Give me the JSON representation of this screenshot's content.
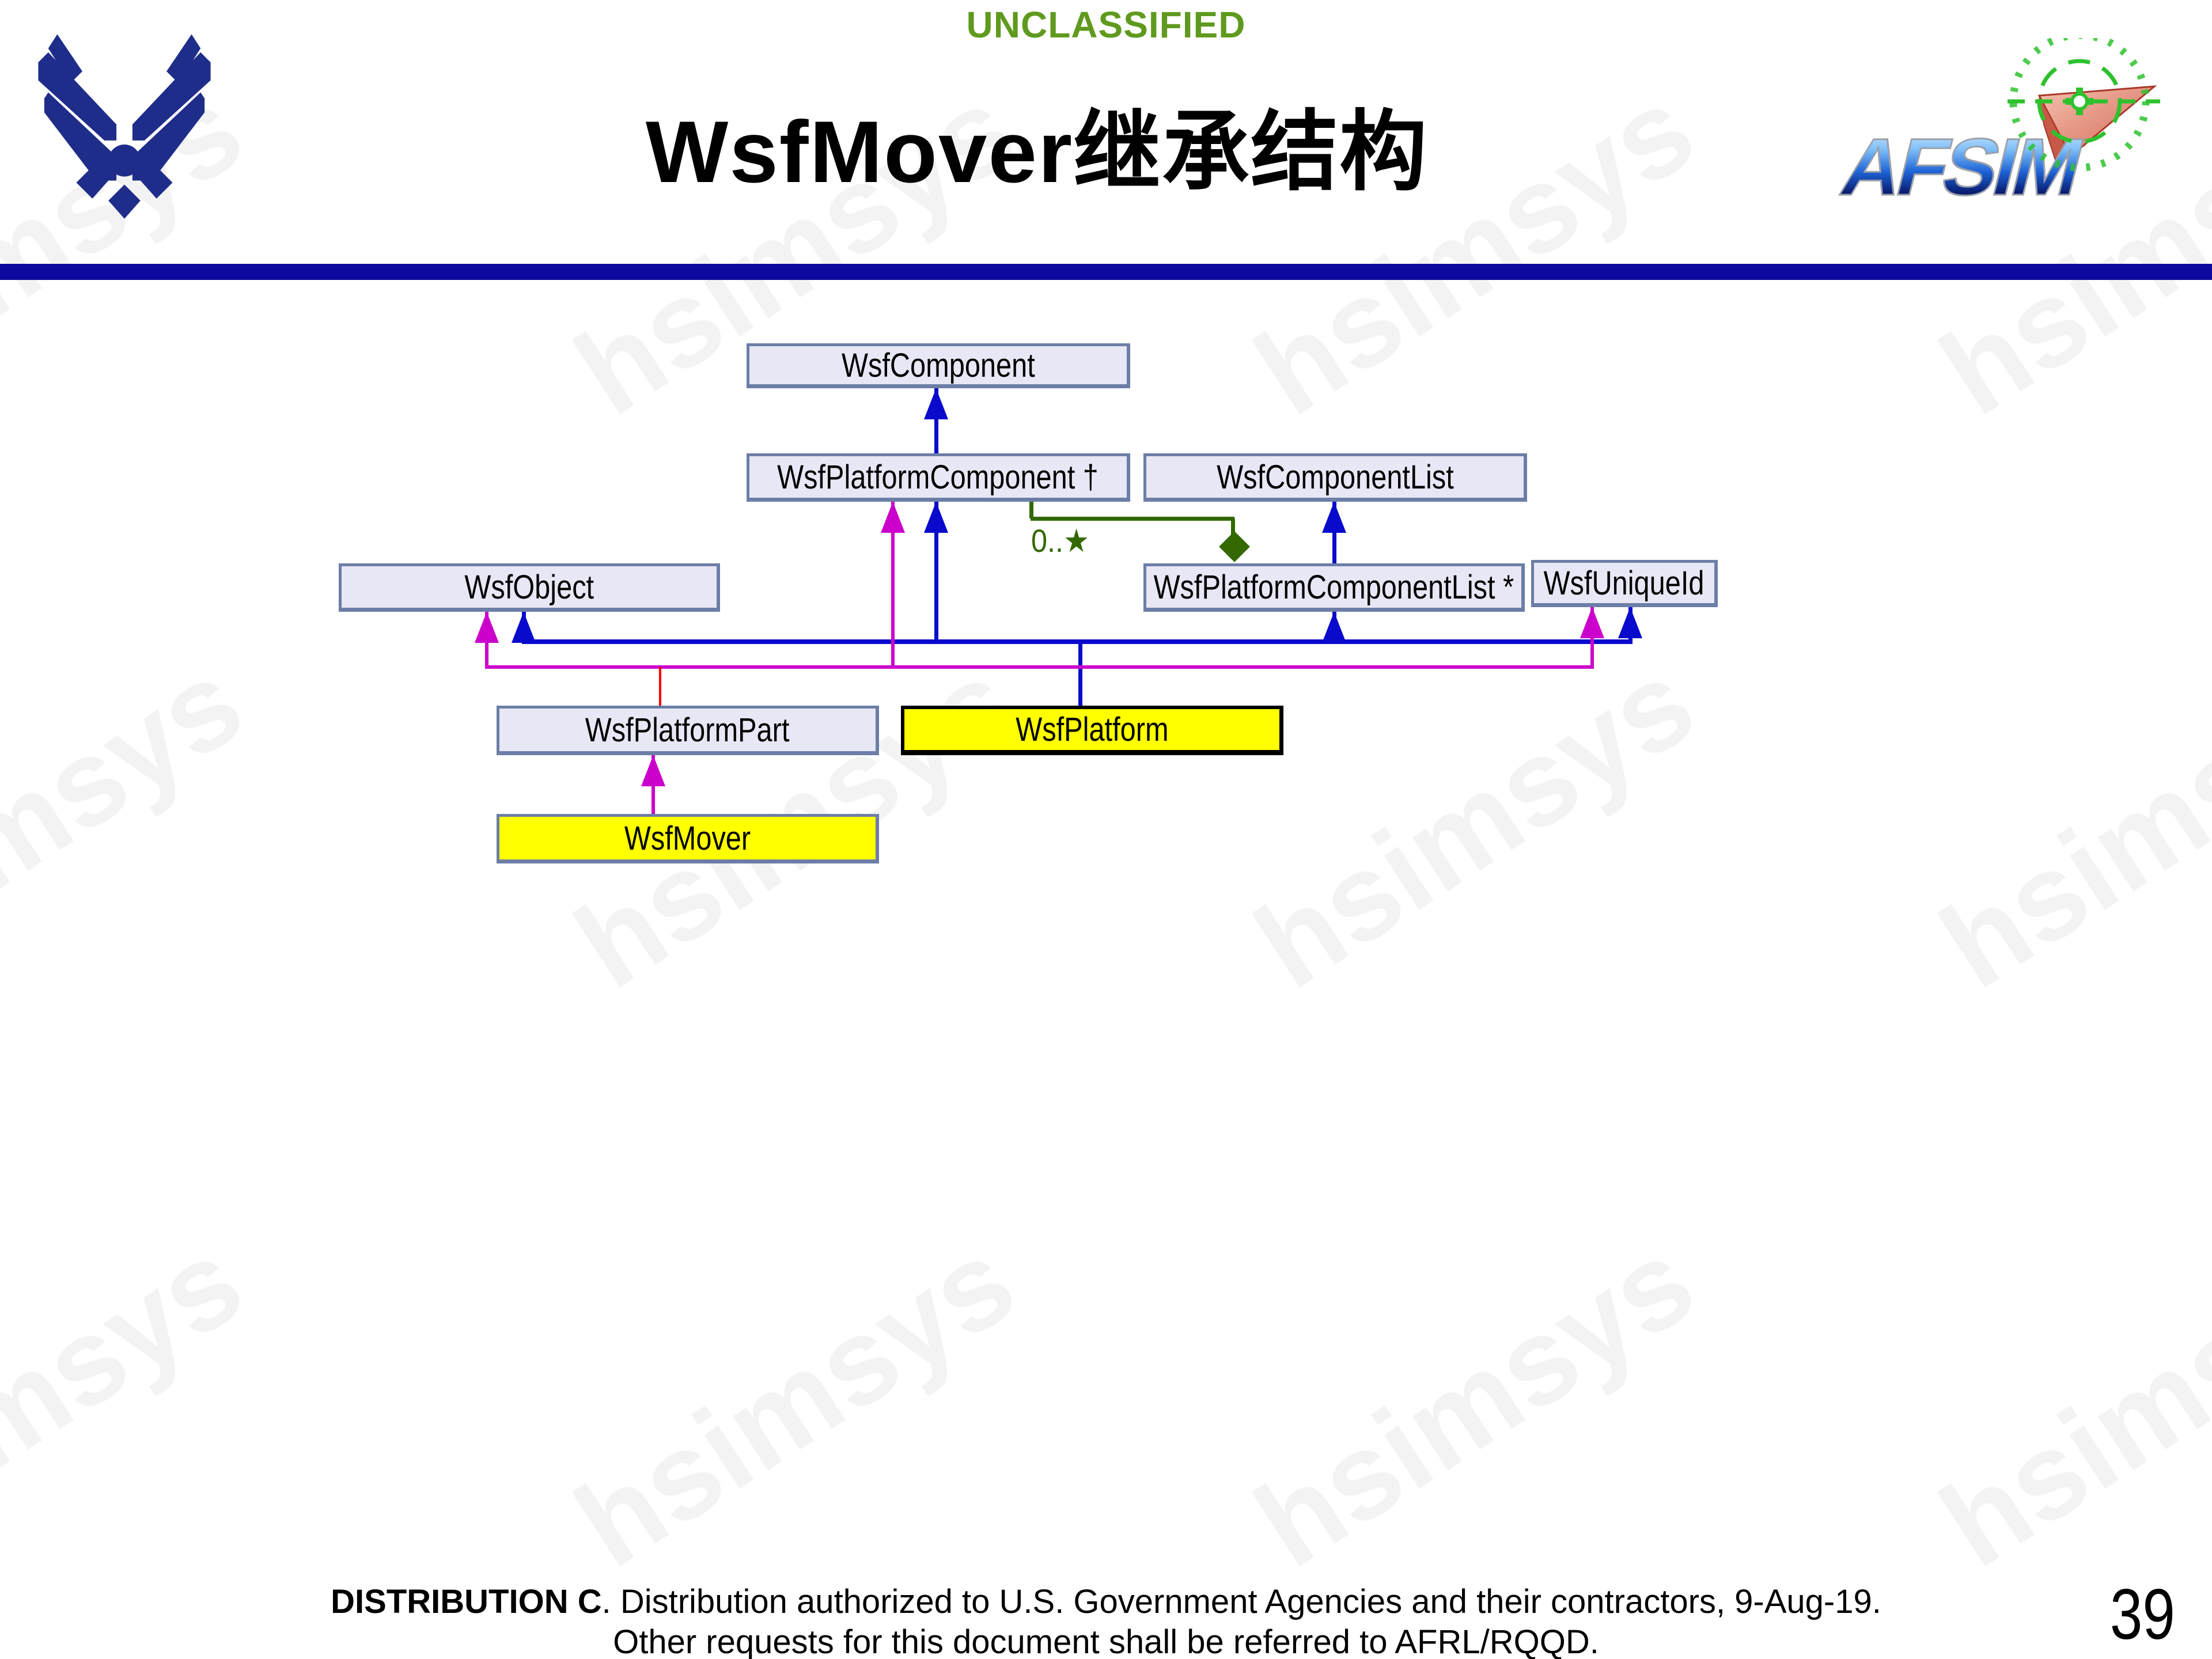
{
  "slide": {
    "classification": "UNCLASSIFIED",
    "title": "WsfMover继承结构",
    "page_number": "39"
  },
  "logos": {
    "usaf_symbol": "us-air-force-wings",
    "afsim_text": "AFSIM"
  },
  "watermark": {
    "text": "hsimsys"
  },
  "diagram": {
    "nodes": [
      {
        "label": "WsfComponent",
        "highlight": false
      },
      {
        "label": "WsfPlatformComponent †",
        "highlight": false
      },
      {
        "label": "WsfComponentList",
        "highlight": false
      },
      {
        "label": "WsfObject",
        "highlight": false
      },
      {
        "label": "WsfPlatformComponentList *",
        "highlight": false
      },
      {
        "label": "WsfUniqueId",
        "highlight": false
      },
      {
        "label": "WsfPlatformPart",
        "highlight": false
      },
      {
        "label": "WsfPlatform",
        "highlight": true
      },
      {
        "label": "WsfMover",
        "highlight": true
      }
    ],
    "aggregation_label": "0..★",
    "edges": [
      {
        "from": "WsfPlatformComponent",
        "to": "WsfComponent",
        "type": "generalization",
        "color": "#0a0acd"
      },
      {
        "from": "WsfPlatformComponentList",
        "to": "WsfComponentList",
        "type": "generalization",
        "color": "#0a0acd"
      },
      {
        "from": "WsfPlatform",
        "to": "WsfObject",
        "type": "generalization",
        "color": "#0a0acd"
      },
      {
        "from": "WsfPlatform",
        "to": "WsfPlatformComponent",
        "type": "generalization",
        "color": "#0a0acd"
      },
      {
        "from": "WsfPlatform",
        "to": "WsfPlatformComponentList",
        "type": "generalization",
        "color": "#0a0acd"
      },
      {
        "from": "WsfPlatform",
        "to": "WsfUniqueId",
        "type": "generalization",
        "color": "#0a0acd"
      },
      {
        "from": "WsfPlatformPart",
        "to": "WsfObject",
        "type": "generalization",
        "color": "#cc00cc"
      },
      {
        "from": "WsfPlatformPart",
        "to": "WsfPlatformComponent",
        "type": "generalization",
        "color": "#cc00cc"
      },
      {
        "from": "WsfPlatformPart",
        "to": "WsfUniqueId",
        "type": "generalization",
        "color": "#cc00cc"
      },
      {
        "from": "WsfPlatformPart",
        "to": "magenta-bus",
        "type": "connector",
        "color": "#ff0000"
      },
      {
        "from": "WsfMover",
        "to": "WsfPlatformPart",
        "type": "generalization",
        "color": "#cc00cc"
      },
      {
        "from": "WsfComponentList",
        "to": "WsfPlatformComponent",
        "type": "aggregation",
        "label": "0..★",
        "color": "#336900"
      }
    ],
    "colors": {
      "blue": "#0a0acd",
      "magenta": "#cc00cc",
      "red": "#ff0000",
      "green": "#336900",
      "node_fill": "#e7e7f5",
      "node_border": "#6c7ea6",
      "highlight_fill": "#ffff00",
      "header_bar": "#0d089d",
      "classification_green": "#5f9a1e"
    }
  },
  "footer": {
    "distribution_bold": "DISTRIBUTION C",
    "line1_rest": ". Distribution authorized to U.S. Government Agencies and their contractors, 9-Aug-19.",
    "line2": "Other requests for this document shall be referred to AFRL/RQQD."
  }
}
